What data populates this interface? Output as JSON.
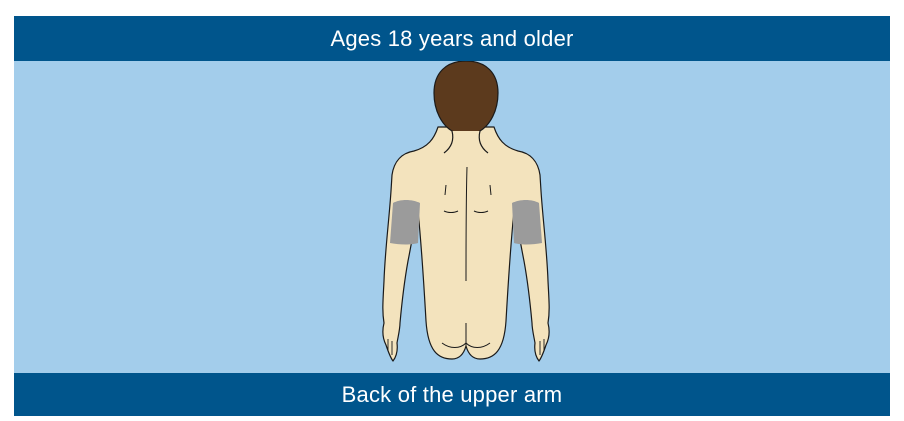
{
  "header": {
    "title": "Ages 18 years and older"
  },
  "footer": {
    "caption": "Back of the upper arm"
  },
  "illustration": {
    "subject": "human figure, back view",
    "highlighted_region": "back of both upper arms",
    "colors": {
      "band": "#00558c",
      "background": "#a3cdeb",
      "skin": "#f3e3bd",
      "hair": "#5c3a1d",
      "highlight": "#9b9b9b",
      "outline": "#1a1a1a"
    }
  }
}
